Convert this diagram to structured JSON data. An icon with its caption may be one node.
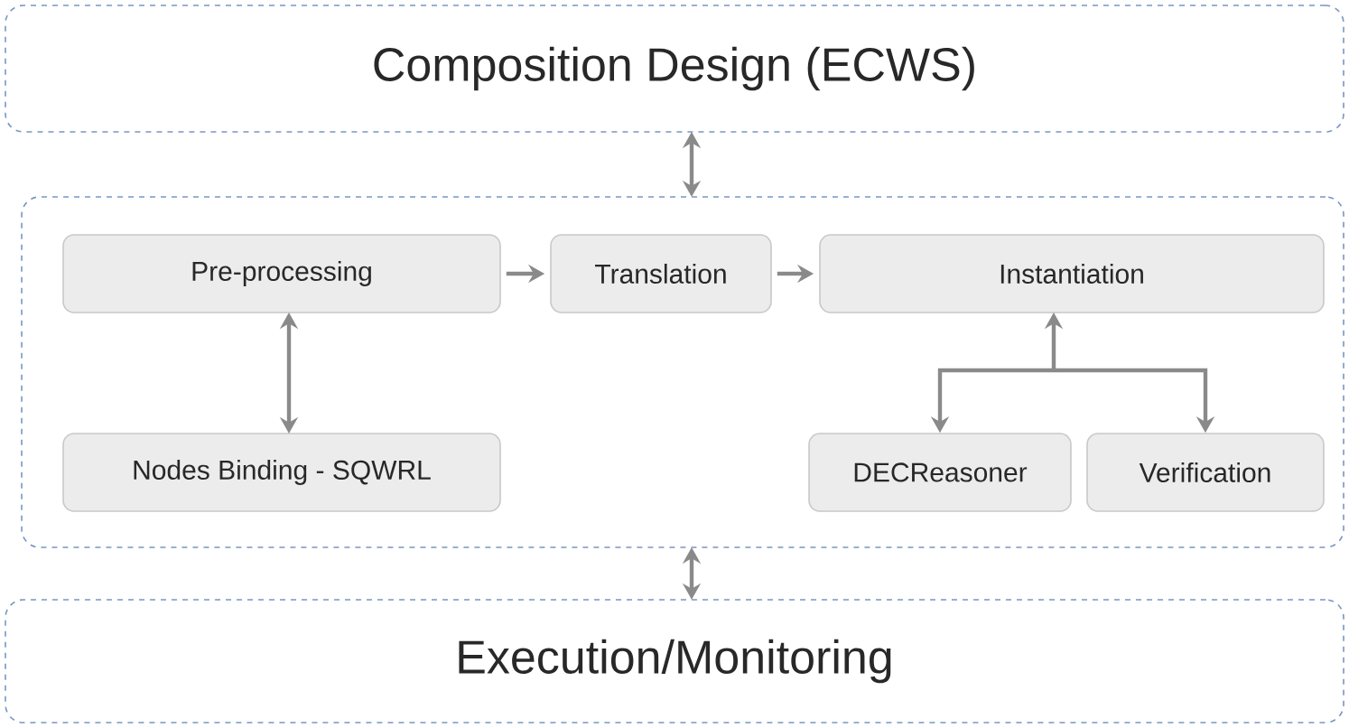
{
  "diagram": {
    "nodes": [
      {
        "text": [
          "Composition Design (ECWS)"
        ]
      },
      {
        "text": [],
        "shape": "box"
      },
      {
        "text": [
          "Pre-processing"
        ],
        "in": 1
      },
      {
        "text": [
          "Translation"
        ],
        "in": 1
      },
      {
        "text": [
          "Instantiation"
        ],
        "in": 1
      },
      {
        "text": [
          "Nodes Binding - SQWRL"
        ],
        "in": 1
      },
      {
        "text": [
          "DECReasoner"
        ],
        "in": 1
      },
      {
        "text": [
          "Verification"
        ],
        "in": 1
      },
      {
        "text": [
          "Execution/Monitoring"
        ]
      }
    ],
    "edges": [
      {
        "from": 0,
        "to": 1,
        "arrow": "both"
      },
      {
        "from": 2,
        "to": 3,
        "arrow": "to"
      },
      {
        "from": 3,
        "to": 4,
        "arrow": "to"
      },
      {
        "from": 2,
        "to": 5,
        "arrow": "both"
      },
      {
        "from": 4,
        "to": 6,
        "arrow": "both"
      },
      {
        "from": 4,
        "to": 7,
        "arrow": "both"
      },
      {
        "from": 1,
        "to": 8,
        "arrow": "both"
      }
    ]
  }
}
